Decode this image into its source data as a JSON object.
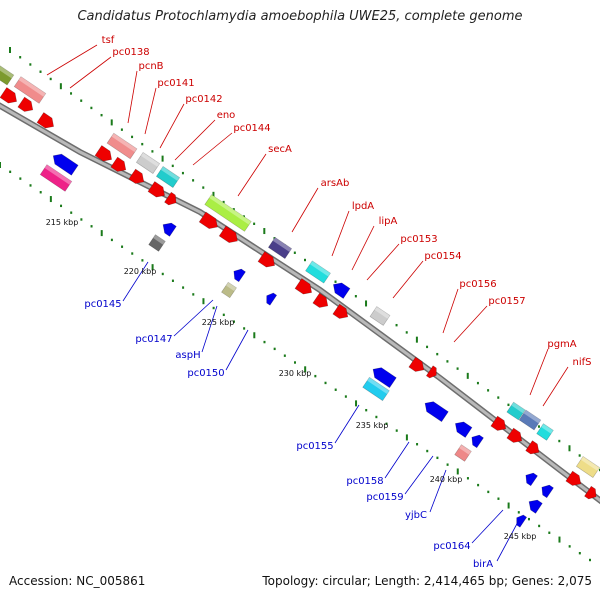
{
  "title": "Candidatus Protochlamydia amoebophila UWE25, complete genome",
  "accession": "Accession: NC_005861",
  "topology": "Topology: circular; Length: 2,414,465 bp; Genes: 2,075",
  "colors": {
    "forward_label": "#cc0000",
    "reverse_label": "#0000cc",
    "backbone": "#8a8a8a",
    "tick": "#1a7a1a"
  },
  "kbp_ticks": [
    "215 kbp",
    "220 kbp",
    "225 kbp",
    "230 kbp",
    "235 kbp",
    "240 kbp",
    "245 kbp"
  ],
  "forward_labels": [
    "tsf",
    "pc0138",
    "pcnB",
    "pc0141",
    "pc0142",
    "eno",
    "pc0144",
    "secA",
    "arsAb",
    "lpdA",
    "lipA",
    "pc0153",
    "pc0154",
    "pc0156",
    "pc0157",
    "pgmA",
    "nifS"
  ],
  "reverse_labels": [
    "pc0145",
    "pc0147",
    "aspH",
    "pc0150",
    "pc0155",
    "pc0158",
    "pc0159",
    "yjbC",
    "pc0164",
    "birA"
  ]
}
